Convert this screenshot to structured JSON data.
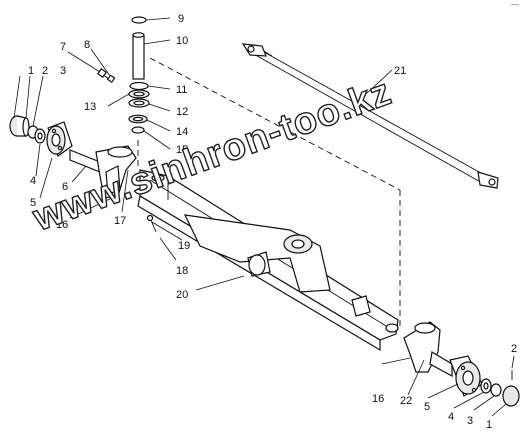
{
  "watermark": "www.sinhron-too.kz",
  "corner_mark": "—",
  "callouts": {
    "c1_left": "1",
    "c2_left": "2",
    "c3_left": "3",
    "c4_left": "4",
    "c5_left": "5",
    "c6": "6",
    "c7": "7",
    "c8": "8",
    "c9": "9",
    "c10": "10",
    "c11": "11",
    "c12": "12",
    "c13": "13",
    "c14": "14",
    "c15": "15",
    "c16_left": "16",
    "c17": "17",
    "c18": "18",
    "c19": "19",
    "c20": "20",
    "c21": "21",
    "c22": "22",
    "c16_right": "16",
    "c5_right": "5",
    "c4_right": "4",
    "c3_right": "3",
    "c1_right": "1",
    "c2_right": "2"
  }
}
